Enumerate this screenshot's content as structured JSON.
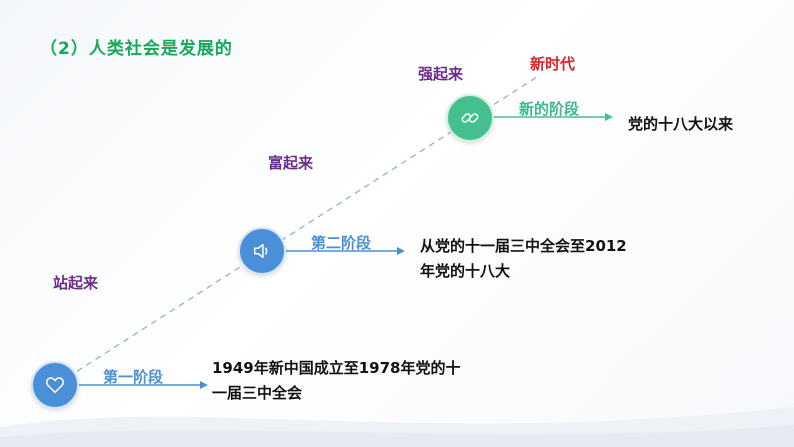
{
  "title": "（2）人类社会是发展的",
  "levels": {
    "zhanqilai": "站起来",
    "fuqilai": "富起来",
    "qiangqilai": "强起来",
    "xinshidai": "新时代"
  },
  "stages": [
    {
      "label": "第一阶段",
      "desc_line1": "1949年新中国成立至1978年党的十",
      "desc_line2": "一届三中全会",
      "icon": "heart-icon"
    },
    {
      "label": "第二阶段",
      "desc_line1": "从党的十一届三中全会至2012",
      "desc_line2": "年党的十八大",
      "icon": "speaker-icon"
    },
    {
      "label": "新的阶段",
      "desc_line1": "党的十八大以来",
      "icon": "link-icon"
    }
  ],
  "colors": {
    "title": "#18a85a",
    "purple": "#6b2d8a",
    "red": "#d9232d",
    "blue": "#4a8fd8",
    "teal": "#44c08f"
  }
}
